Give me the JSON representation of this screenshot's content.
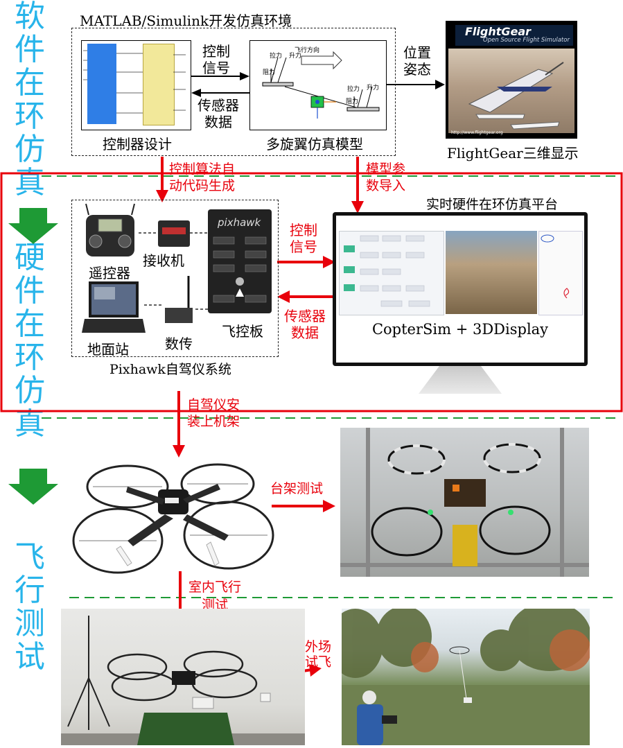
{
  "side_labels": {
    "software": [
      "软",
      "件",
      "在",
      "环",
      "仿",
      "真"
    ],
    "hardware": [
      "硬",
      "件",
      "在",
      "环",
      "仿",
      "真"
    ],
    "flight": [
      "飞",
      "行",
      "测",
      "试"
    ]
  },
  "top_box": {
    "title": "MATLAB/Simulink开发仿真环境",
    "left_caption": "控制器设计",
    "right_caption": "多旋翼仿真模型",
    "arrow_control": [
      "控制",
      "信号"
    ],
    "arrow_sensor": [
      "传感器",
      "数据"
    ],
    "model_labels": {
      "flight_dir": "飞行方向",
      "lift1": "升力",
      "pull1": "拉力",
      "drag1": "阻力",
      "lift2": "升力",
      "pull2": "拉力",
      "drag2": "阻力"
    }
  },
  "flightgear": {
    "pos_label": [
      "位置",
      "姿态"
    ],
    "logo": "FlightGear",
    "subtitle": "Open Source Flight Simulator",
    "url": "http://www.flightgear.org",
    "caption": "FlightGear三维显示"
  },
  "mid_arrows": {
    "left": [
      "控制算法自",
      "动代码生成"
    ],
    "right": [
      "模型参",
      "数导入"
    ]
  },
  "pixhawk_box": {
    "rc": "遥控器",
    "receiver": "接收机",
    "gcs": "地面站",
    "telemetry": "数传",
    "fc": "飞控板",
    "fc_logo": "pixhawk",
    "caption": "Pixhawk自驾仪系统"
  },
  "hil": {
    "title": "实时硬件在环仿真平台",
    "arrow_control": [
      "控制",
      "信号"
    ],
    "arrow_sensor": [
      "传感器",
      "数据"
    ],
    "monitor_caption": "CopterSim + 3DDisplay"
  },
  "flight_section": {
    "mount_arrow": [
      "自驾仪安",
      "装上机架"
    ],
    "bench_arrow": "台架测试",
    "indoor_arrow": [
      "室内飞行",
      "测试"
    ],
    "outdoor_arrow": [
      "外场",
      "试飞"
    ]
  },
  "colors": {
    "accent_blue": "#28b4ea",
    "red": "#e8000b",
    "green": "#1e9a35",
    "dash_green": "#1e9a35"
  }
}
